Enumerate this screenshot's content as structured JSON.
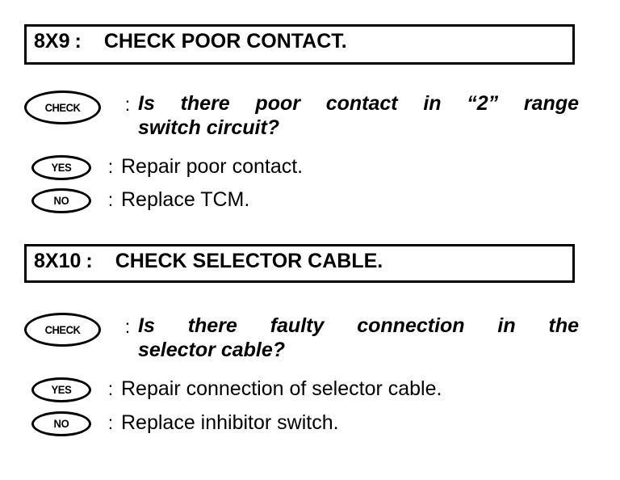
{
  "document": {
    "background_color": "#ffffff",
    "text_color": "#000000"
  },
  "sections": [
    {
      "code": "8X9",
      "code_separator": ":",
      "title": "CHECK POOR CONTACT.",
      "check": {
        "badge": "CHECK",
        "separator": ":",
        "question_line1": "Is there poor contact in “2” range",
        "question_line2": "switch circuit?"
      },
      "yes": {
        "badge": "YES",
        "separator": ":",
        "action": "Repair poor contact."
      },
      "no": {
        "badge": "NO",
        "separator": ":",
        "action": "Replace TCM."
      }
    },
    {
      "code": "8X10",
      "code_separator": ":",
      "title": "CHECK SELECTOR CABLE.",
      "check": {
        "badge": "CHECK",
        "separator": ":",
        "question_line1": "Is there faulty connection in the",
        "question_line2": "selector cable?"
      },
      "yes": {
        "badge": "YES",
        "separator": ":",
        "action": "Repair connection of selector cable."
      },
      "no": {
        "badge": "NO",
        "separator": ":",
        "action": "Replace inhibitor switch."
      }
    }
  ]
}
